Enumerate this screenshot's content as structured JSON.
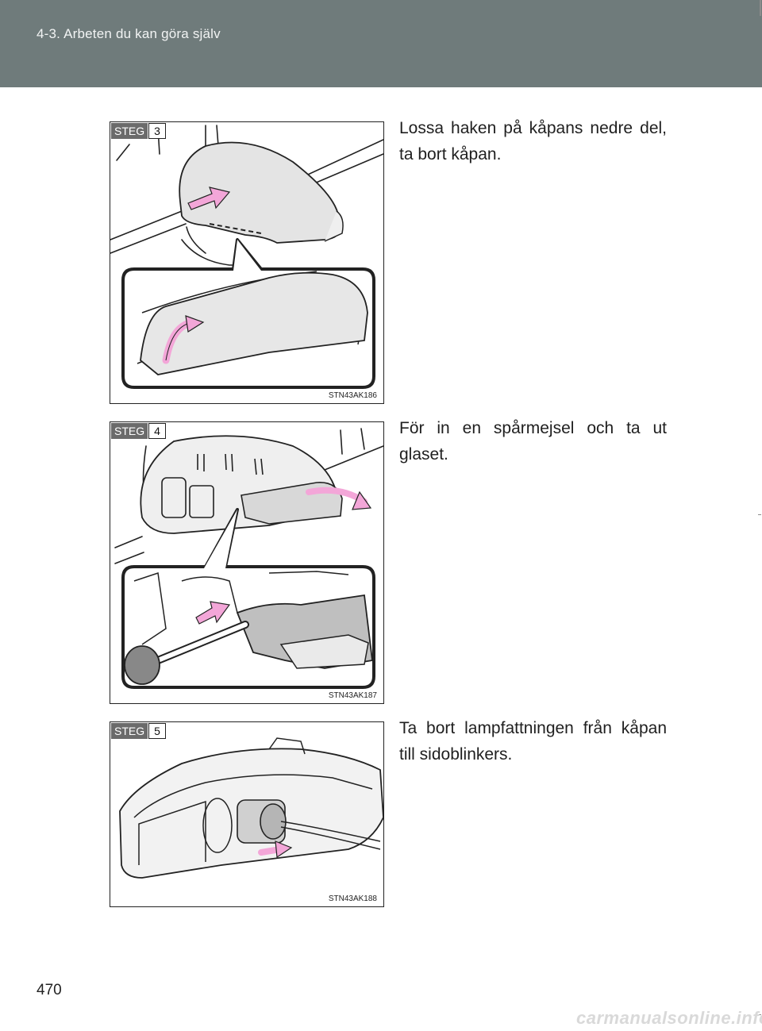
{
  "header": {
    "section": "4-3. Arbeten du kan göra själv"
  },
  "steps": [
    {
      "label": "STEG",
      "number": "3",
      "code": "STN43AK186",
      "text": "Lossa haken på kåpans nedre del, ta bort kåpan.",
      "illustration": "mirror-cover-removal"
    },
    {
      "label": "STEG",
      "number": "4",
      "code": "STN43AK187",
      "text": "För in en spårmejsel och ta ut glaset.",
      "illustration": "screwdriver-glass-removal"
    },
    {
      "label": "STEG",
      "number": "5",
      "code": "STN43AK188",
      "text": "Ta bort lampfattningen från kåpan till sidoblinkers.",
      "illustration": "bulb-socket-removal"
    }
  ],
  "page": {
    "number": "470"
  },
  "footer": {
    "watermark": "carmanualsonline.info"
  },
  "colors": {
    "header": "#6f7b7b",
    "arrow": "#f3a6d8",
    "part": "#e4e4e4"
  }
}
